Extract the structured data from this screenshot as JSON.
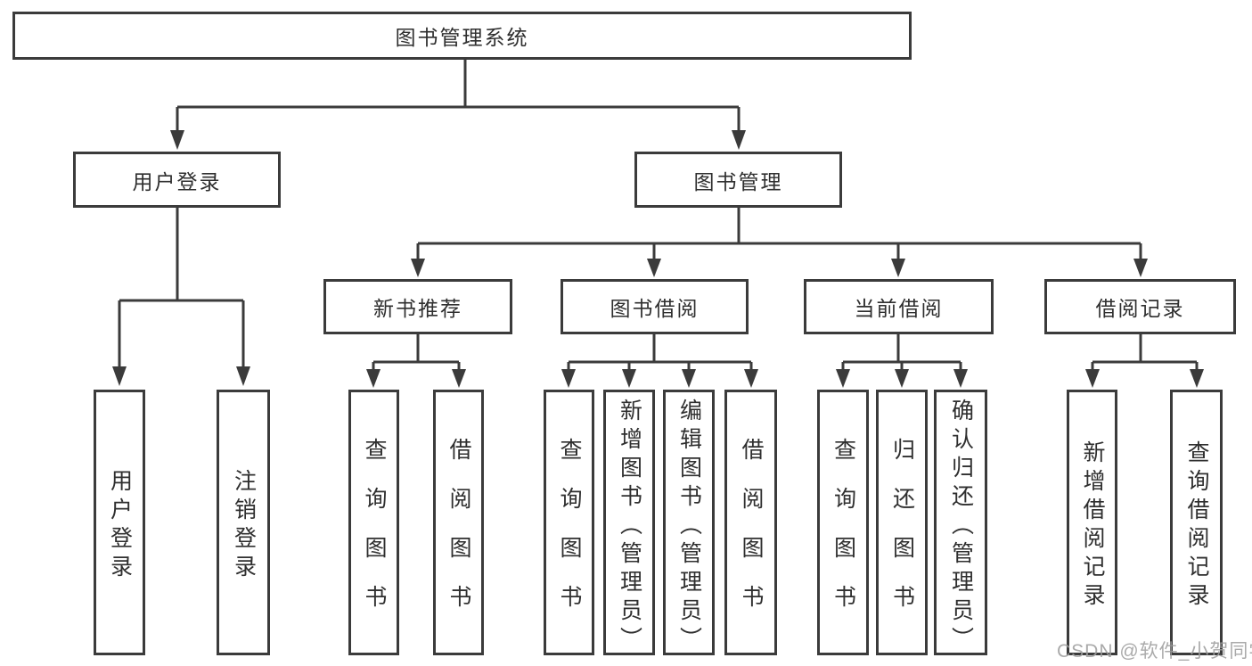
{
  "tree": {
    "root": {
      "label": "图书管理系统"
    },
    "branches": [
      {
        "label": "用户登录",
        "children": [
          {
            "label": "用户登录"
          },
          {
            "label": "注销登录"
          }
        ]
      },
      {
        "label": "图书管理",
        "children": [
          {
            "label": "新书推荐",
            "children": [
              {
                "label": "查询图书"
              },
              {
                "label": "借阅图书"
              }
            ]
          },
          {
            "label": "图书借阅",
            "children": [
              {
                "label": "查询图书"
              },
              {
                "label": "新增图书（管理员）"
              },
              {
                "label": "编辑图书（管理员）"
              },
              {
                "label": "借阅图书"
              }
            ]
          },
          {
            "label": "当前借阅",
            "children": [
              {
                "label": "查询图书"
              },
              {
                "label": "归还图书"
              },
              {
                "label": "确认归还（管理员）"
              }
            ]
          },
          {
            "label": "借阅记录",
            "children": [
              {
                "label": "新增借阅记录"
              },
              {
                "label": "查询借阅记录"
              }
            ]
          }
        ]
      }
    ]
  },
  "watermark": {
    "text": "CSDN @软件_小贺同学"
  },
  "colors": {
    "line": "#3b3b3b",
    "box_background": "#ffffff",
    "text": "#2f2f2f",
    "watermark": "#9e9e9e",
    "page_background": "#ffffff"
  }
}
